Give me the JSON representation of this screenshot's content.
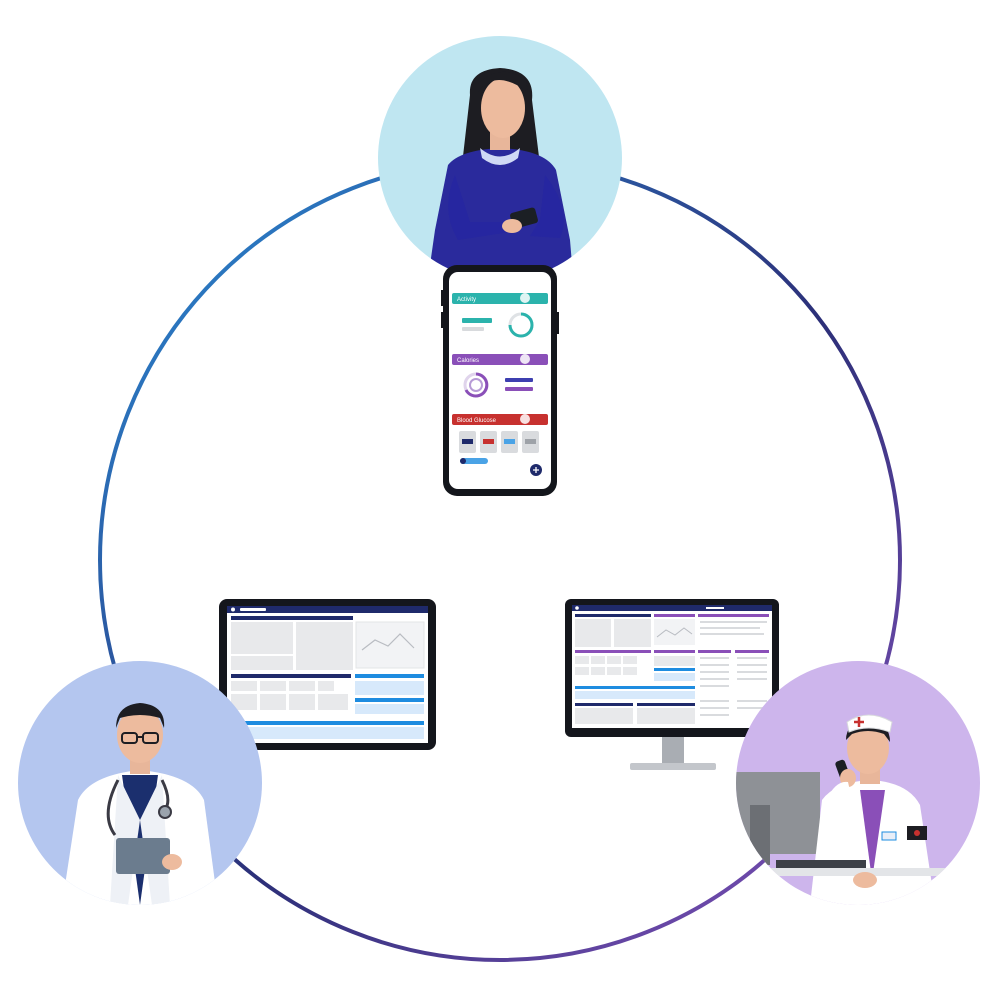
{
  "colors": {
    "ring_start": "#2a8fd8",
    "ring_mid": "#2c2f78",
    "ring_end": "#7a4fb3",
    "patient_bg": "#bfe6f1",
    "doctor_bg": "#b4c6ef",
    "nurse_bg": "#cdb5ec",
    "activity": "#2bb3ac",
    "calories": "#8a4fb8",
    "glucose": "#c7312f",
    "navy": "#1f2a6b",
    "blue": "#1e8ce0"
  },
  "phone": {
    "sections": [
      {
        "label": "Activity",
        "icon": "footprints-icon"
      },
      {
        "label": "Calories",
        "icon": "flame-icon"
      },
      {
        "label": "Blood Glucose",
        "icon": "blood-drop-icon"
      }
    ],
    "fab_icon": "plus-icon"
  },
  "figures": {
    "patient": "woman-with-phone",
    "doctor": "doctor-with-tablet",
    "nurse": "nurse-on-phone"
  }
}
